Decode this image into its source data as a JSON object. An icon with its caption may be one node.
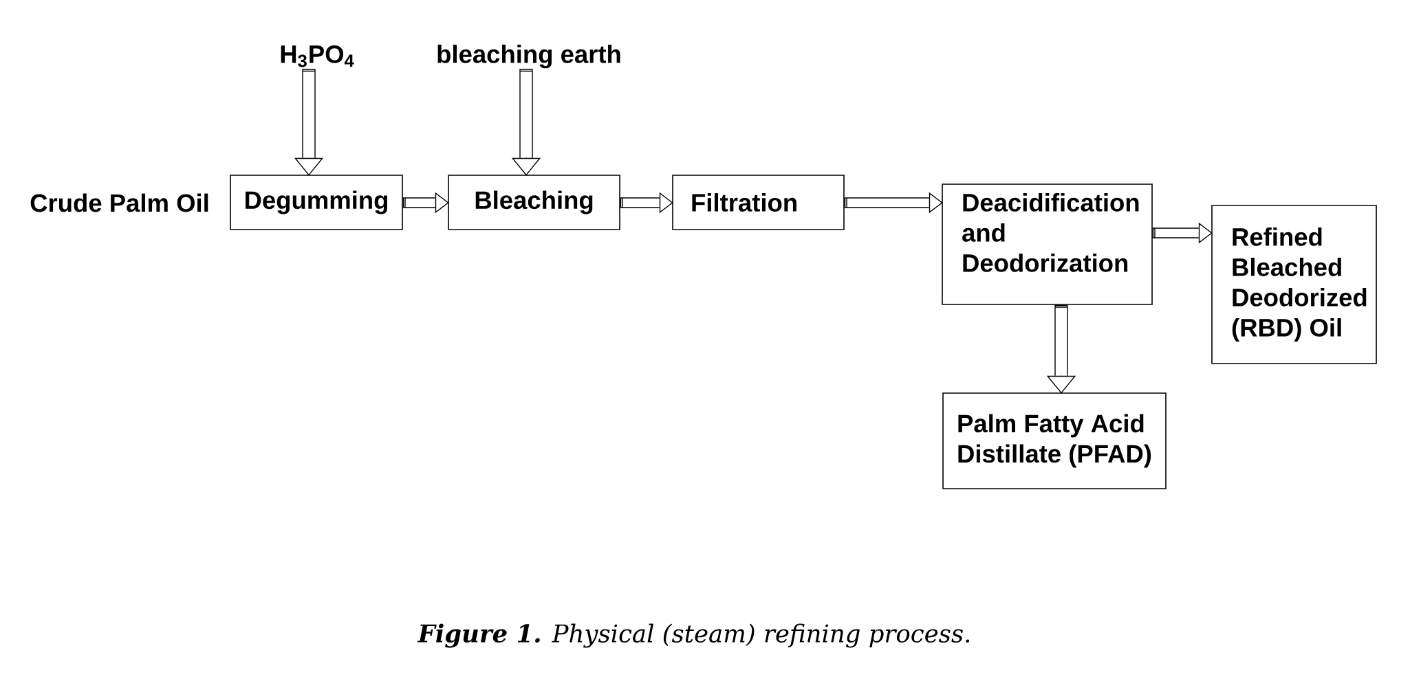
{
  "diagram": {
    "caption": "**Figure 1.** Physical (steam) refining process.",
    "nodes": [
      {
        "text": [
          "H$_{3}$PO$_{4}$"
        ]
      },
      {
        "text": [
          "bleaching earth"
        ]
      },
      {
        "text": [
          "Degumming"
        ]
      },
      {
        "text": [
          "Bleaching"
        ]
      },
      {
        "text": [
          "Filtration"
        ]
      },
      {
        "text": [
          "Deacidification and Deodorization"
        ]
      },
      {
        "text": [
          "Refined Bleached Deodorized (RBD) Oil"
        ]
      },
      {
        "text": [
          "Palm Fatty Acid Distillate (PFAD)"
        ]
      }
    ],
    "edges": [
      {
        "from": 0,
        "to": 2,
        "arrow": "to"
      },
      {
        "from": 1,
        "to": 3,
        "arrow": "to"
      },
      {
        "from": 2,
        "to": 3,
        "arrow": "to"
      },
      {
        "from": 3,
        "to": 4,
        "arrow": "to"
      },
      {
        "from": 4,
        "to": 5,
        "arrow": "to"
      },
      {
        "from": 5,
        "to": 6,
        "arrow": "to"
      },
      {
        "from": 5,
        "to": 7,
        "arrow": "to"
      }
    ],
    "labels": [
      "Crude Palm Oil"
    ]
  }
}
